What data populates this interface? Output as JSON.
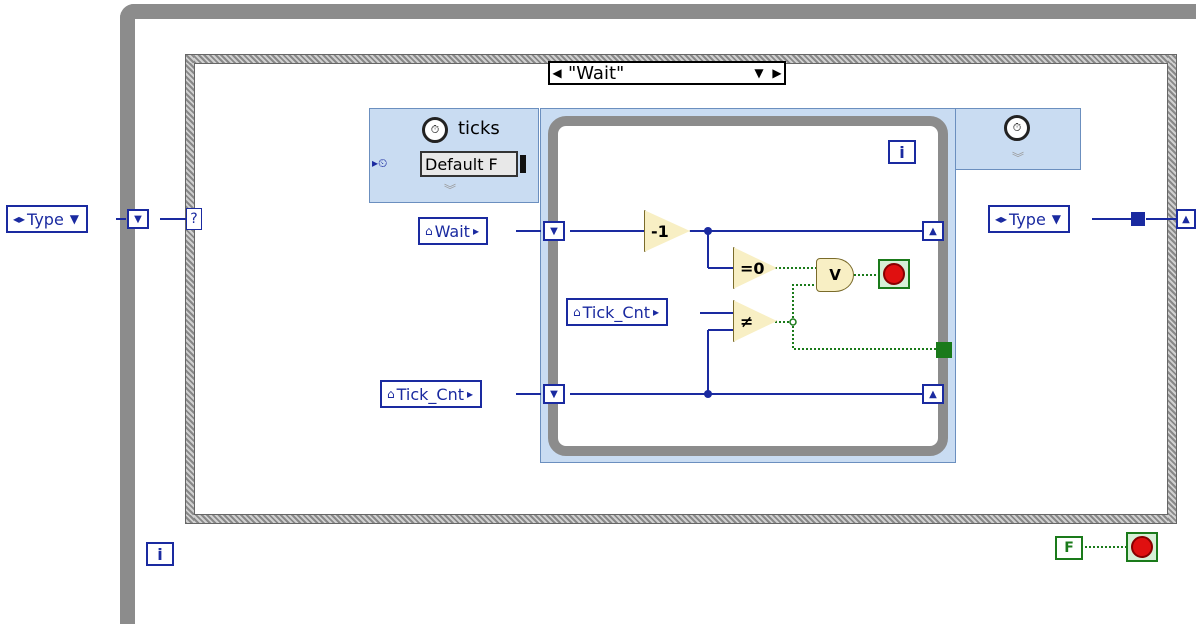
{
  "case_selector": {
    "label": "\"Wait\""
  },
  "timed_loop": {
    "left_label": "ticks",
    "config_value": "Default F"
  },
  "controls": {
    "type_in": "Type",
    "type_out": "Type",
    "wait_const": "Wait",
    "tick_cnt_const": "Tick_Cnt",
    "tick_cnt_ref": "Tick_Cnt",
    "question": "?"
  },
  "primitives": {
    "decrement": "-1",
    "eq_zero": "=0",
    "or": "V",
    "not_equal": "≠",
    "false_const": "F"
  },
  "iteration_terminal": "i",
  "colors": {
    "wire_blue": "#1a2aa0",
    "wire_green": "#1a7a1a",
    "loop_gray": "#8c8c8c",
    "timed_loop_fill": "#c9dcf2",
    "stop_red": "#e01010"
  }
}
